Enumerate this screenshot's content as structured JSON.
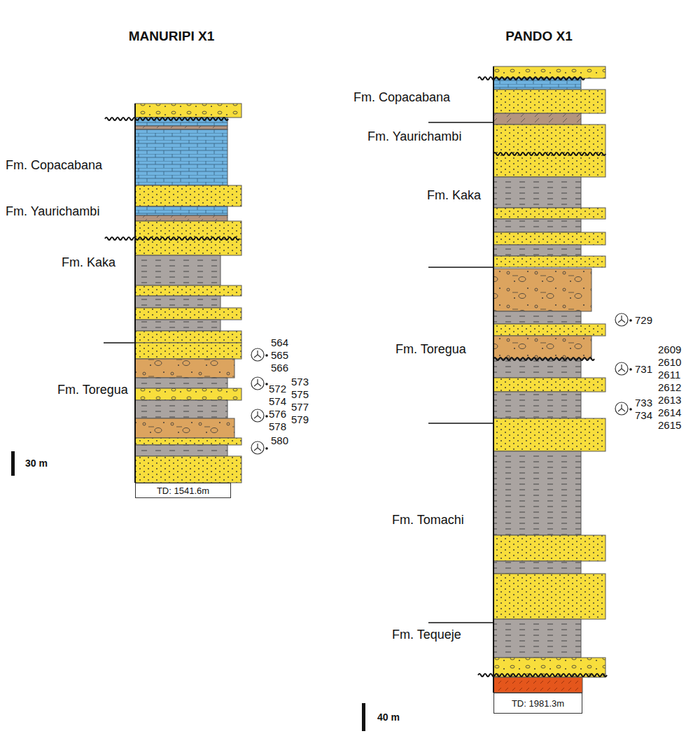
{
  "diagram": {
    "nodes": [
      {
        "text": [
          "TD: 1541.6m"
        ]
      },
      {
        "text": [
          "TD: 1981.3m"
        ]
      }
    ],
    "labels": [
      "MANURIPI X1",
      "PANDO X1",
      "Fm. Copacabana",
      "Fm. Yaurichambi",
      "Fm. Kaka",
      "Fm. Toregua",
      "564",
      "565",
      "566",
      "572",
      "573",
      "574",
      "575",
      "576",
      "577",
      "578",
      "579",
      "580",
      "30 m",
      "Fm. Copacabana",
      "Fm. Yaurichambi",
      "Fm. Kaka",
      "Fm. Toregua",
      "Fm. Tomachi",
      "Fm. Tequeje",
      "729",
      "731",
      "733",
      "734",
      "2609",
      "2610",
      "2611",
      "2612",
      "2613",
      "2614",
      "2615",
      "40 m"
    ]
  }
}
